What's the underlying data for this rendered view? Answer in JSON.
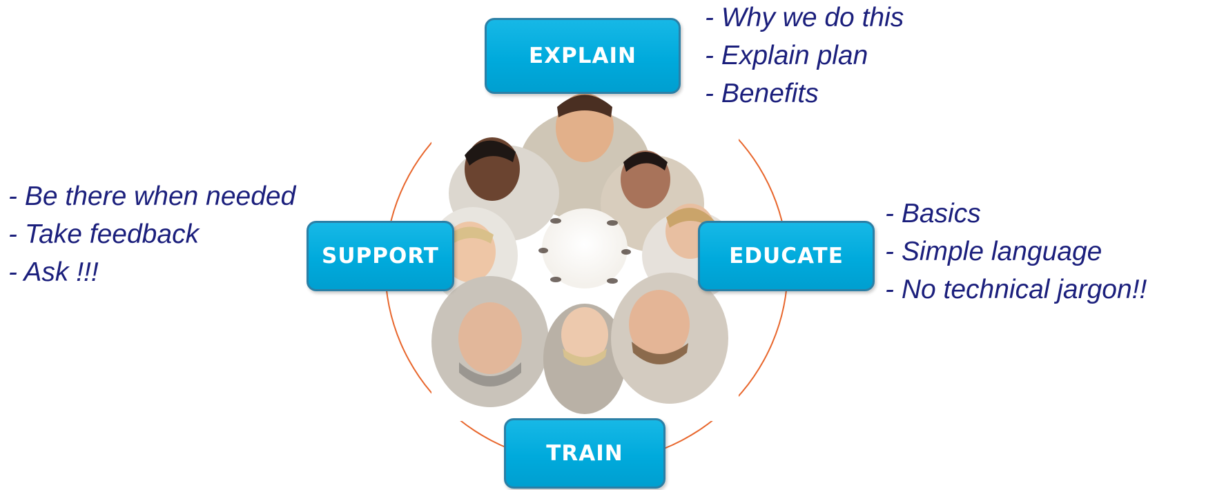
{
  "diagram": {
    "ring_color": "#e8662c",
    "box_color": "#00aadc",
    "text_color": "#1b1f7c",
    "stages": {
      "explain": {
        "label": "EXPLAIN",
        "notes": [
          "- Why we do this",
          "- Explain plan",
          "- Benefits"
        ]
      },
      "educate": {
        "label": "EDUCATE",
        "notes": [
          "- Basics",
          "- Simple language",
          "- No technical jargon!!"
        ]
      },
      "train": {
        "label": "TRAIN"
      },
      "support": {
        "label": "SUPPORT",
        "notes": [
          "- Be there when needed",
          "- Take feedback",
          "- Ask !!!"
        ]
      }
    },
    "center_image": "people-circle-photo"
  }
}
